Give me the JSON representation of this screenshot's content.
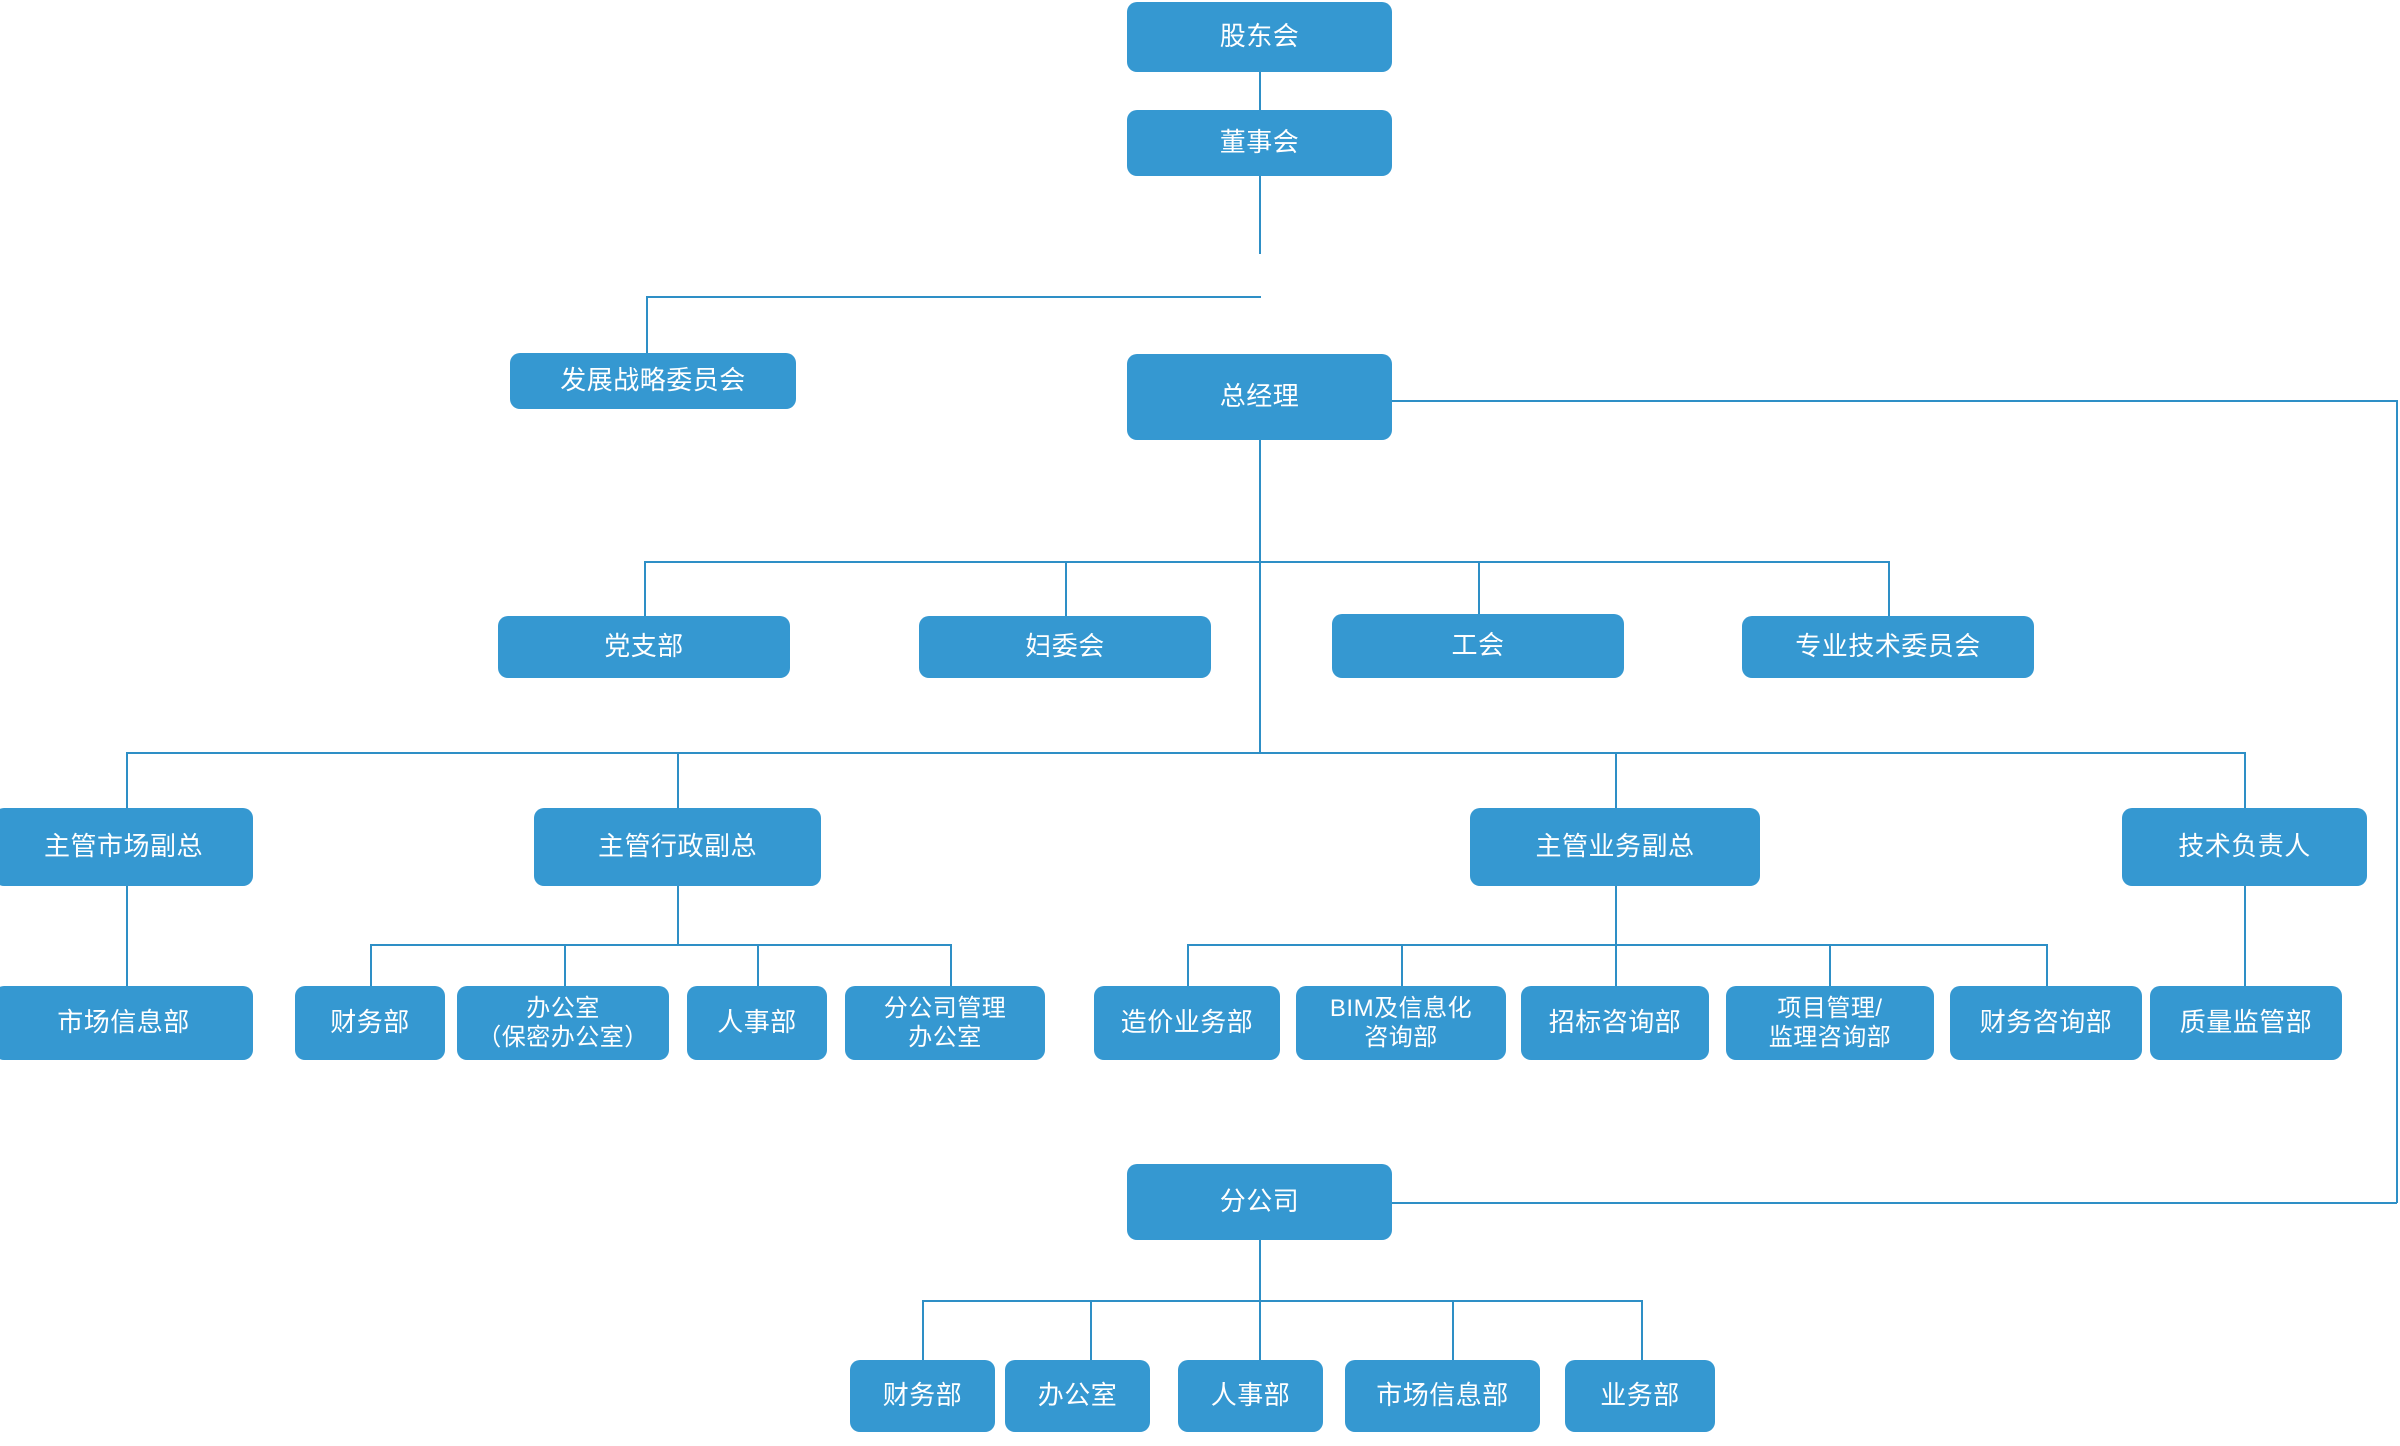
{
  "chart_title": "",
  "theme": {
    "node_fill": "#3598D1",
    "node_text": "#FFFFFF",
    "connector": "#2E8FC6",
    "background": "#FFFFFF"
  },
  "org_chart": {
    "type": "tree",
    "nodes": {
      "shareholders": {
        "label": "股东会",
        "level": 0
      },
      "board": {
        "label": "董事会",
        "level": 1
      },
      "dev_strategy_committee": {
        "label": "发展战略委员会",
        "level": 2
      },
      "general_manager": {
        "label": "总经理",
        "level": 2
      },
      "party_branch": {
        "label": "党支部",
        "level": 3
      },
      "women_committee": {
        "label": "妇委会",
        "level": 3
      },
      "labor_union": {
        "label": "工会",
        "level": 3
      },
      "tech_committee": {
        "label": "专业技术委员会",
        "level": 3
      },
      "vp_market": {
        "label": "主管市场副总",
        "level": 4
      },
      "vp_admin": {
        "label": "主管行政副总",
        "level": 4
      },
      "vp_business": {
        "label": "主管业务副总",
        "level": 4
      },
      "tech_director": {
        "label": "技术负责人",
        "level": 4
      },
      "market_info_dept": {
        "label": "市场信息部",
        "level": 5
      },
      "finance_dept": {
        "label": "财务部",
        "level": 5
      },
      "office_dept": {
        "label": "办公室\n（保密办公室）",
        "level": 5
      },
      "hr_dept": {
        "label": "人事部",
        "level": 5
      },
      "branch_mgmt_office": {
        "label": "分公司管理\n办公室",
        "level": 5
      },
      "cost_business_dept": {
        "label": "造价业务部",
        "level": 5
      },
      "bim_info_dept": {
        "label": "BIM及信息化\n咨询部",
        "level": 5
      },
      "bidding_consult_dept": {
        "label": "招标咨询部",
        "level": 5
      },
      "pm_supervision_dept": {
        "label": "项目管理/\n监理咨询部",
        "level": 5
      },
      "finance_consult_dept": {
        "label": "财务咨询部",
        "level": 5
      },
      "quality_control_dept": {
        "label": "质量监管部",
        "level": 5
      },
      "branch_company": {
        "label": "分公司",
        "level": 6
      },
      "branch_finance": {
        "label": "财务部",
        "level": 7
      },
      "branch_office": {
        "label": "办公室",
        "level": 7
      },
      "branch_hr": {
        "label": "人事部",
        "level": 7
      },
      "branch_market_info": {
        "label": "市场信息部",
        "level": 7
      },
      "branch_business": {
        "label": "业务部",
        "level": 7
      }
    },
    "edges": [
      [
        "shareholders",
        "board"
      ],
      [
        "board",
        "dev_strategy_committee"
      ],
      [
        "board",
        "general_manager"
      ],
      [
        "general_manager",
        "party_branch"
      ],
      [
        "general_manager",
        "women_committee"
      ],
      [
        "general_manager",
        "labor_union"
      ],
      [
        "general_manager",
        "tech_committee"
      ],
      [
        "general_manager",
        "vp_market"
      ],
      [
        "general_manager",
        "vp_admin"
      ],
      [
        "general_manager",
        "vp_business"
      ],
      [
        "general_manager",
        "tech_director"
      ],
      [
        "general_manager",
        "branch_company"
      ],
      [
        "vp_market",
        "market_info_dept"
      ],
      [
        "vp_admin",
        "finance_dept"
      ],
      [
        "vp_admin",
        "office_dept"
      ],
      [
        "vp_admin",
        "hr_dept"
      ],
      [
        "vp_admin",
        "branch_mgmt_office"
      ],
      [
        "vp_business",
        "cost_business_dept"
      ],
      [
        "vp_business",
        "bim_info_dept"
      ],
      [
        "vp_business",
        "bidding_consult_dept"
      ],
      [
        "vp_business",
        "pm_supervision_dept"
      ],
      [
        "vp_business",
        "finance_consult_dept"
      ],
      [
        "tech_director",
        "quality_control_dept"
      ],
      [
        "branch_company",
        "branch_finance"
      ],
      [
        "branch_company",
        "branch_office"
      ],
      [
        "branch_company",
        "branch_hr"
      ],
      [
        "branch_company",
        "branch_market_info"
      ],
      [
        "branch_company",
        "branch_business"
      ]
    ]
  }
}
